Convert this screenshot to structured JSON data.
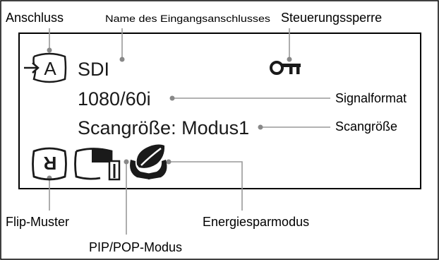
{
  "labels": {
    "anschluss": "Anschluss",
    "name_eingang": "Name des Eingangsanschlusses",
    "steuerungssperre": "Steuerungssperre",
    "signalformat": "Signalformat",
    "scangroesse": "Scangröße",
    "flip_muster": "Flip-Muster",
    "energiesparmodus": "Energiesparmodus",
    "pip_pop": "PIP/POP-Modus"
  },
  "display": {
    "input_letter": "A",
    "input_name": "SDI",
    "signal_format": "1080/60i",
    "scan_size": "Scangröße: Modus1",
    "flip_letter": "R"
  },
  "icons": {
    "input": "input-arrow-icon",
    "lock": "key-lock-icon",
    "flip": "flip-pattern-icon",
    "pip": "pip-pop-icon",
    "eco": "leaf-hands-icon"
  },
  "colors": {
    "leader_line": "#999999",
    "leader_dot": "#888888",
    "frame": "#000000",
    "lcd_text": "#1a1a1a"
  }
}
